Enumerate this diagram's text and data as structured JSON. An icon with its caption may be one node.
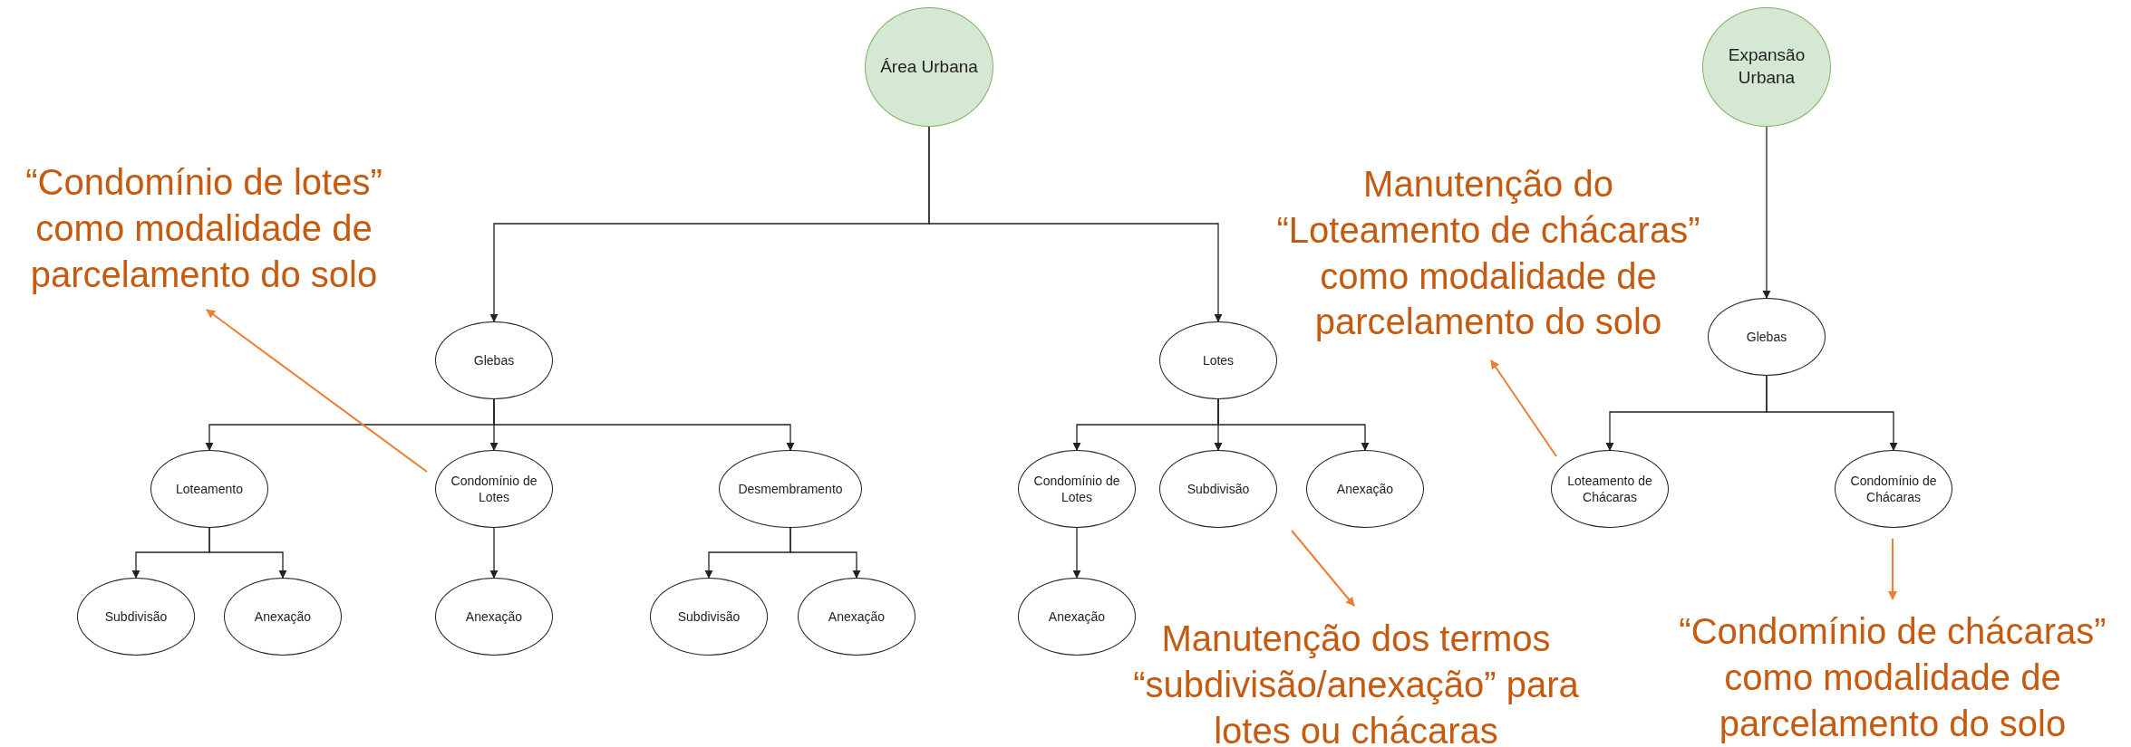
{
  "diagram": {
    "nodes": [
      {
        "text": [
          "Área Urbana"
        ]
      },
      {
        "text": [
          "Expansão Urbana"
        ]
      },
      {
        "text": [
          "“Condomínio de lotes” como modalidade de parcelamento do solo"
        ]
      },
      {
        "text": [
          "Manutenção do “Loteamento de chácaras” como modalidade de parcelamento do solo"
        ]
      },
      {
        "text": [
          "Glebas"
        ]
      },
      {
        "text": [
          "Lotes"
        ]
      },
      {
        "text": [
          "Glebas"
        ]
      },
      {
        "text": [
          "Loteamento"
        ]
      },
      {
        "text": [
          "Condomínio de Lotes"
        ]
      },
      {
        "text": [
          "Desmembramento"
        ]
      },
      {
        "text": [
          "Condomínio de Lotes"
        ]
      },
      {
        "text": [
          "Subdivisão"
        ]
      },
      {
        "text": [
          "Anexação"
        ]
      },
      {
        "text": [
          "Loteamento de Chácaras"
        ]
      },
      {
        "text": [
          "Condomínio de Chácaras"
        ]
      },
      {
        "text": [
          "Subdivisão"
        ]
      },
      {
        "text": [
          "Anexação"
        ]
      },
      {
        "text": [
          "Anexação"
        ]
      },
      {
        "text": [
          "Subdivisão"
        ]
      },
      {
        "text": [
          "Anexação"
        ]
      },
      {
        "text": [
          "Anexação"
        ]
      },
      {
        "text": [
          "Manutenção dos termos “subdivisão/anexação” para lotes ou chácaras"
        ]
      },
      {
        "text": [
          "“Condomínio de chácaras” como modalidade de parcelamento do solo"
        ]
      }
    ],
    "edges": [
      {
        "from": 0,
        "to": 4,
        "arrow": "to"
      },
      {
        "from": 0,
        "to": 5,
        "arrow": "to"
      },
      {
        "from": 1,
        "to": 6,
        "arrow": "to"
      },
      {
        "from": 4,
        "to": 7,
        "arrow": "to"
      },
      {
        "from": 4,
        "to": 8,
        "arrow": "to"
      },
      {
        "from": 4,
        "to": 9,
        "arrow": "to"
      },
      {
        "from": 5,
        "to": 10,
        "arrow": "to"
      },
      {
        "from": 5,
        "to": 11,
        "arrow": "to"
      },
      {
        "from": 5,
        "to": 12,
        "arrow": "to"
      },
      {
        "from": 6,
        "to": 13,
        "arrow": "to"
      },
      {
        "from": 6,
        "to": 14,
        "arrow": "to"
      },
      {
        "from": 7,
        "to": 15,
        "arrow": "to"
      },
      {
        "from": 7,
        "to": 16,
        "arrow": "to"
      },
      {
        "from": 8,
        "to": 17,
        "arrow": "to"
      },
      {
        "from": 9,
        "to": 18,
        "arrow": "to"
      },
      {
        "from": 9,
        "to": 19,
        "arrow": "to"
      },
      {
        "from": 10,
        "to": 20,
        "arrow": "to"
      },
      {
        "from": 8,
        "to": 2,
        "arrow": "to",
        "color": "#ed7d31"
      },
      {
        "from": 13,
        "to": 3,
        "arrow": "to",
        "color": "#ed7d31"
      },
      {
        "from": 11,
        "to": 21,
        "arrow": "to",
        "color": "#ed7d31"
      },
      {
        "from": 14,
        "to": 22,
        "arrow": "to",
        "color": "#ed7d31"
      }
    ]
  }
}
